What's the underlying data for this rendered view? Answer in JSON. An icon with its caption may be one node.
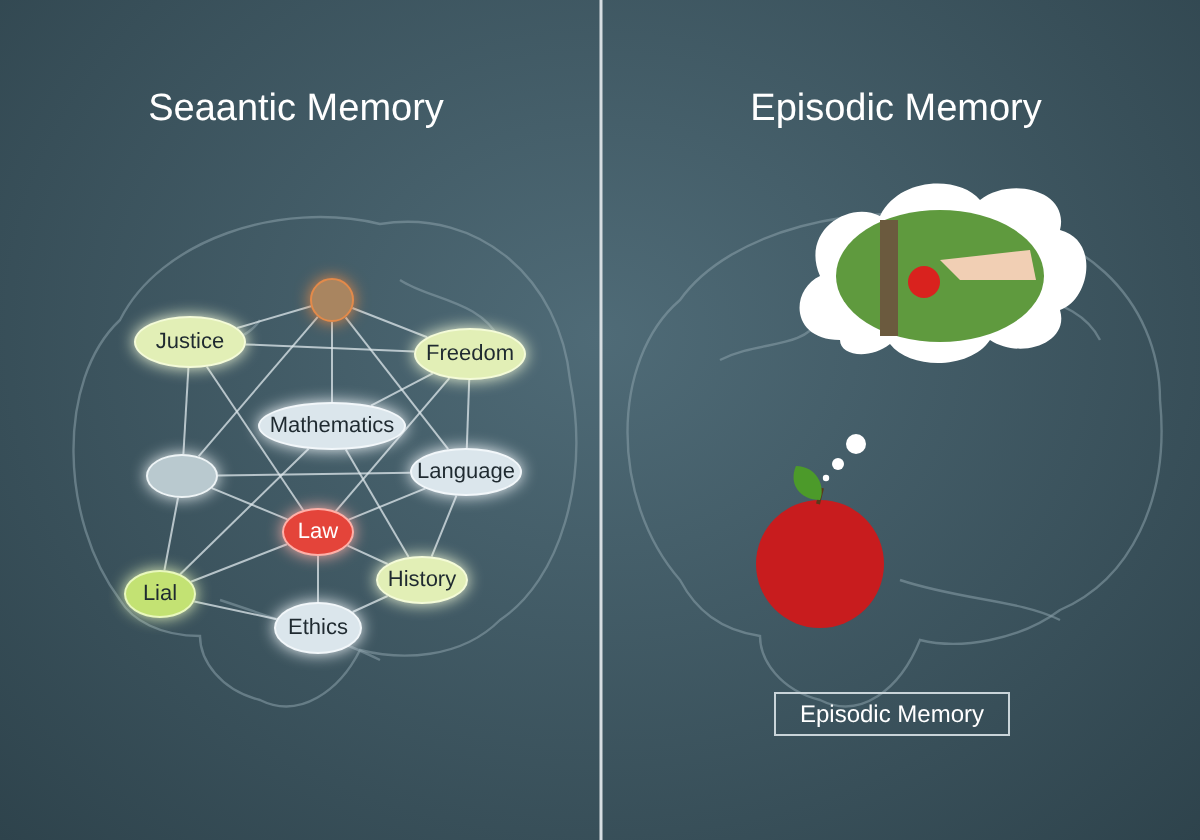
{
  "diagram": {
    "nodes": [
      {
        "text": [],
        "shape": "circle"
      },
      {
        "text": [
          "Justice"
        ]
      },
      {
        "text": [
          "Freedom"
        ]
      },
      {
        "text": [
          "Mathematics"
        ]
      },
      {
        "text": [],
        "shape": "ellipse"
      },
      {
        "text": [
          "Language"
        ]
      },
      {
        "text": [
          "Law"
        ]
      },
      {
        "text": [
          "Lial"
        ]
      },
      {
        "text": [
          "History"
        ]
      },
      {
        "text": [
          "Ethics"
        ]
      },
      {
        "text": [
          "Episodic Memory"
        ]
      }
    ],
    "edges": [
      {
        "from": 1,
        "to": 0,
        "arrow": "none"
      },
      {
        "from": 0,
        "to": 2,
        "arrow": "none"
      },
      {
        "from": 0,
        "to": 3,
        "arrow": "none"
      },
      {
        "from": 0,
        "to": 4,
        "arrow": "none"
      },
      {
        "from": 0,
        "to": 5,
        "arrow": "none"
      },
      {
        "from": 1,
        "to": 2,
        "arrow": "none"
      },
      {
        "from": 1,
        "to": 6,
        "arrow": "none"
      },
      {
        "from": 1,
        "to": 4,
        "arrow": "none"
      },
      {
        "from": 4,
        "to": 7,
        "arrow": "none"
      },
      {
        "from": 2,
        "to": 5,
        "arrow": "none"
      },
      {
        "from": 2,
        "to": 6,
        "arrow": "none"
      },
      {
        "from": 2,
        "to": 3,
        "arrow": "none"
      },
      {
        "from": 3,
        "to": 7,
        "arrow": "none"
      },
      {
        "from": 3,
        "to": 8,
        "arrow": "none"
      },
      {
        "from": 4,
        "to": 5,
        "arrow": "none"
      },
      {
        "from": 4,
        "to": 6,
        "arrow": "none"
      },
      {
        "from": 5,
        "to": 6,
        "arrow": "none"
      },
      {
        "from": 5,
        "to": 8,
        "arrow": "none"
      },
      {
        "from": 6,
        "to": 9,
        "arrow": "none"
      },
      {
        "from": 6,
        "to": 7,
        "arrow": "none"
      },
      {
        "from": 6,
        "to": 8,
        "arrow": "none"
      },
      {
        "from": 7,
        "to": 9,
        "arrow": "none"
      },
      {
        "from": 9,
        "to": 8,
        "arrow": "none"
      }
    ],
    "labels": [
      "Seaantic Memory",
      "Episodic Memory"
    ]
  }
}
